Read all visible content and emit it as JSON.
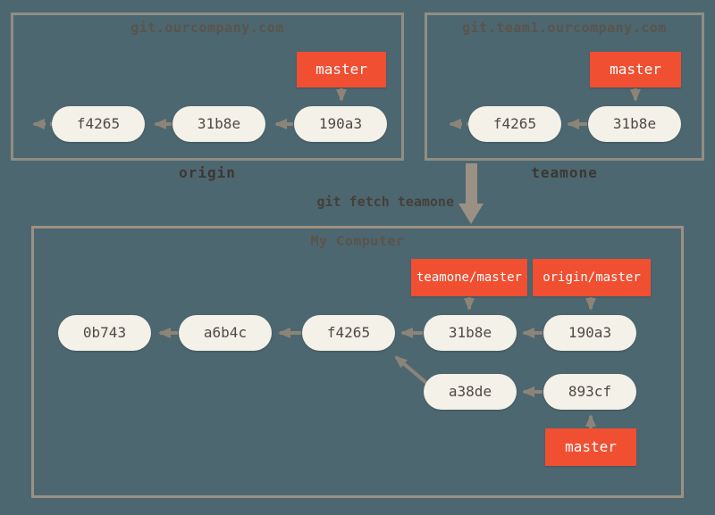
{
  "colors": {
    "background": "#4d6770",
    "box_border": "#8f8e84",
    "local_box_border": "#9a9184",
    "commit_fill": "#f4f1e9",
    "commit_text": "#4f4a44",
    "branch_fill": "#f04f32",
    "branch_text": "#ffffff",
    "arrow": "#8d8478",
    "fetch_arrow": "#9a9184",
    "caption_text": "#3b3733",
    "title_text": "#5a544c"
  },
  "remotes": [
    {
      "title": "git.ourcompany.com",
      "caption": "origin",
      "branch_label": "master",
      "branch_points_to": "190a3",
      "commits": [
        "f4265",
        "31b8e",
        "190a3"
      ]
    },
    {
      "title": "git.team1.ourcompany.com",
      "caption": "teamone",
      "branch_label": "master",
      "branch_points_to": "31b8e",
      "commits": [
        "f4265",
        "31b8e"
      ]
    }
  ],
  "fetch_command": "git fetch teamone",
  "local": {
    "title": "My Computer",
    "remote_branch_labels": [
      "teamone/master",
      "origin/master"
    ],
    "branch_label": "master",
    "branch_points_to": "893cf",
    "main_commits": [
      "0b743",
      "a6b4c",
      "f4265",
      "31b8e",
      "190a3"
    ],
    "side_commits": [
      "a38de",
      "893cf"
    ]
  }
}
